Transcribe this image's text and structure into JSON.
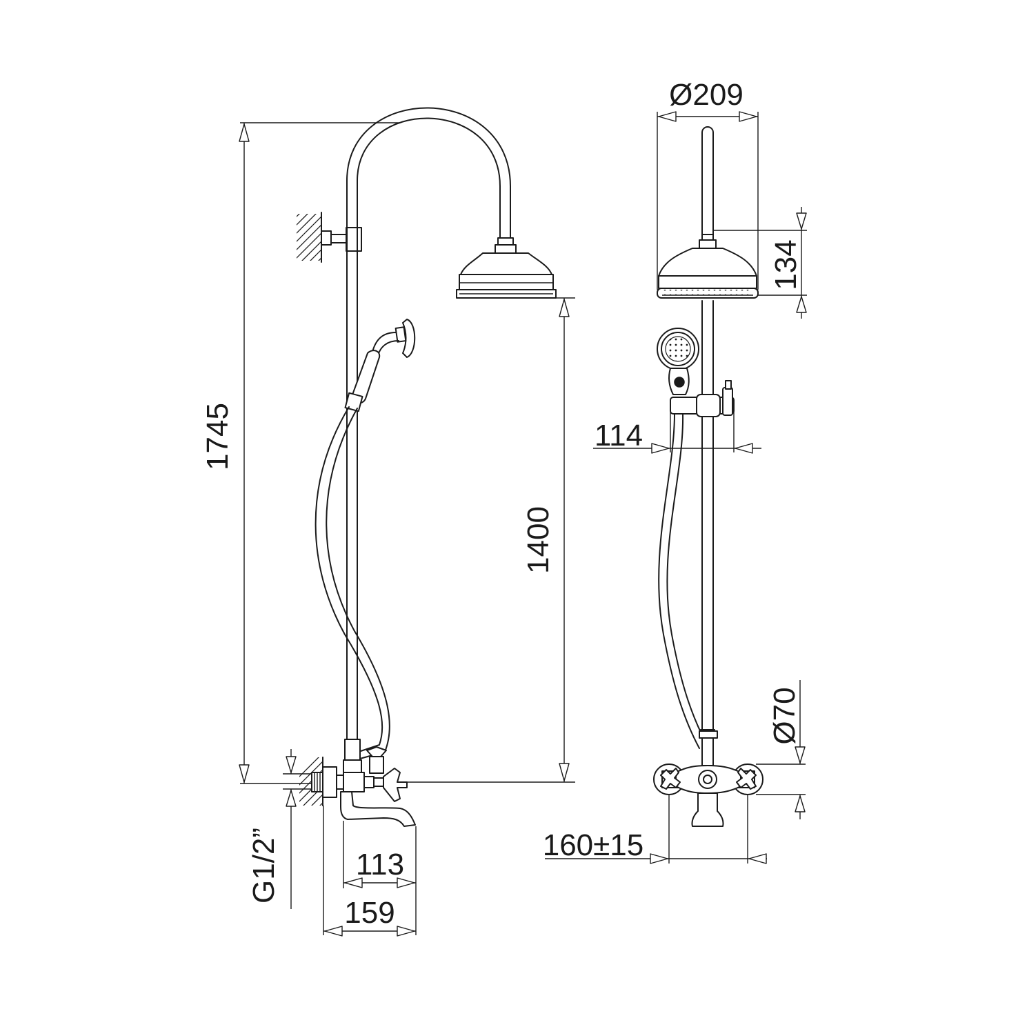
{
  "dimensions": {
    "total_height": "1745",
    "head_height": "1400",
    "spout_reach": "113",
    "overall_depth": "159",
    "connection_thread": "G1/2”",
    "head_diameter": "Ø209",
    "head_depth": "134",
    "slider_offset": "114",
    "flange_diameter": "Ø70",
    "centre_distance": "160±15"
  }
}
